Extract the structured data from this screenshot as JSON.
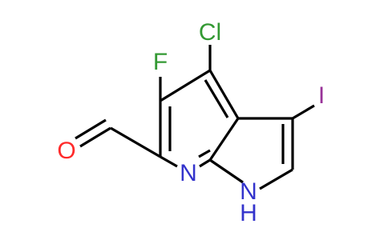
{
  "molecule": {
    "atoms": {
      "chlorine": {
        "label": "Cl",
        "color": "#339933"
      },
      "fluorine": {
        "label": "F",
        "color": "#339933"
      },
      "iodine": {
        "label": "I",
        "color": "#993399"
      },
      "ring_nitrogen": {
        "label": "N",
        "color": "#3333cc"
      },
      "nh_nitrogen": {
        "label": "N",
        "color": "#3333cc"
      },
      "nh_hydrogen": {
        "label": "H",
        "color": "#3333cc"
      },
      "oxygen": {
        "label": "O",
        "color": "#ff2b2b"
      }
    },
    "bond_color": "#000000"
  }
}
